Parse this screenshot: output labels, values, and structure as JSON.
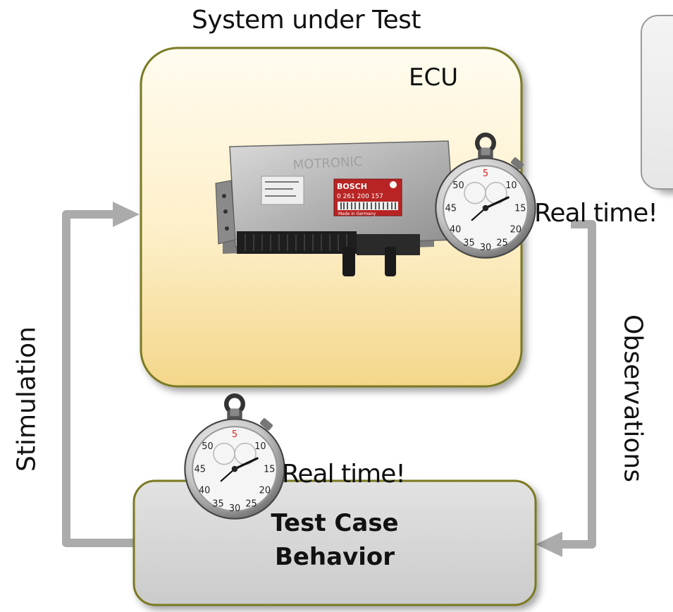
{
  "diagram": {
    "system_title": "System under Test",
    "ecu_label": "ECU",
    "ecu_image": {
      "brand": "BOSCH",
      "part_number": "0 261 200 157",
      "made_in": "Made in Germany",
      "housing_text": "MOTRONIC"
    },
    "stopwatch_ecu_label": "Real time!",
    "stopwatch_test_label": "Real time!",
    "stimulation_label": "Stimulation",
    "observations_label": "Observations",
    "test_case": {
      "line1": "Test Case",
      "line2": "Behavior"
    },
    "colors": {
      "box_border": "#7a7a20",
      "ecu_fill_top": "#fffbee",
      "ecu_fill_bottom": "#f3d88a",
      "test_fill": "#d6d6d6",
      "arrow": "#ababab",
      "side_panel": "#eeeeee"
    },
    "icons": [
      "stopwatch-icon",
      "ecu-device-image",
      "arrow-right-icon",
      "arrow-left-icon"
    ]
  }
}
